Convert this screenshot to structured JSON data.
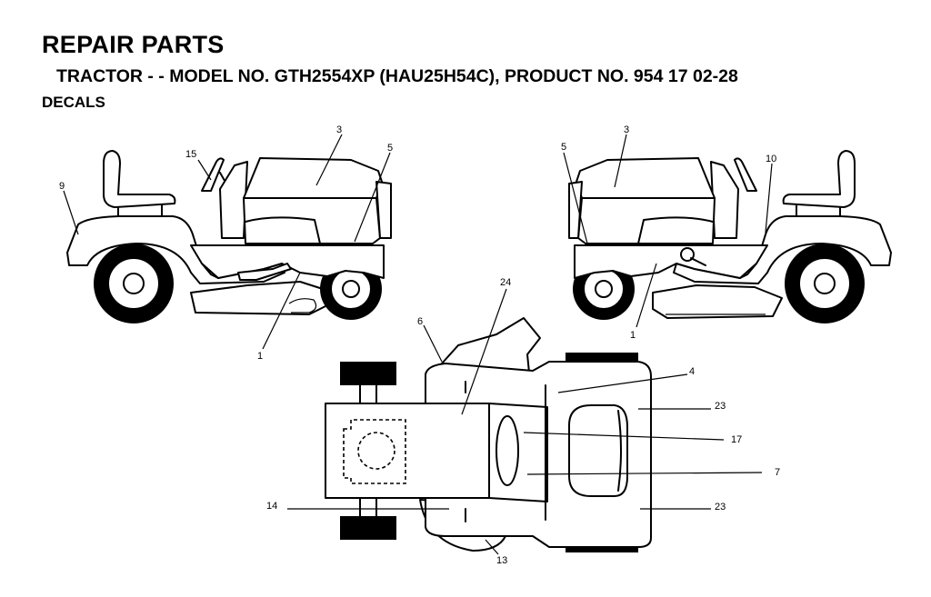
{
  "header": {
    "title": "REPAIR PARTS",
    "subtitle": "TRACTOR - - MODEL NO. GTH2554XP (HAU25H54C), PRODUCT NO. 954 17 02-28",
    "section": "DECALS"
  },
  "callouts": {
    "left_view": [
      "9",
      "15",
      "3",
      "5",
      "1"
    ],
    "right_view": [
      "5",
      "3",
      "10",
      "1"
    ],
    "top_view": [
      "24",
      "6",
      "4",
      "23",
      "17",
      "7",
      "14",
      "23",
      "13"
    ]
  }
}
